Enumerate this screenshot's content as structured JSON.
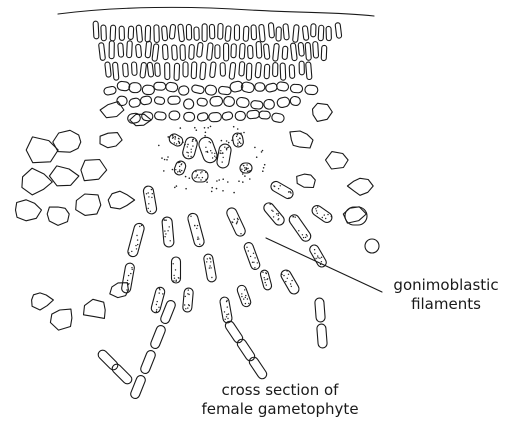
{
  "labels": {
    "gonimoblastic": [
      "gonimoblastic",
      "filaments"
    ],
    "section": [
      "cross section of",
      "female gametophyte"
    ]
  },
  "colors": {
    "ink": "#1a1a1a",
    "background": "#ffffff"
  }
}
